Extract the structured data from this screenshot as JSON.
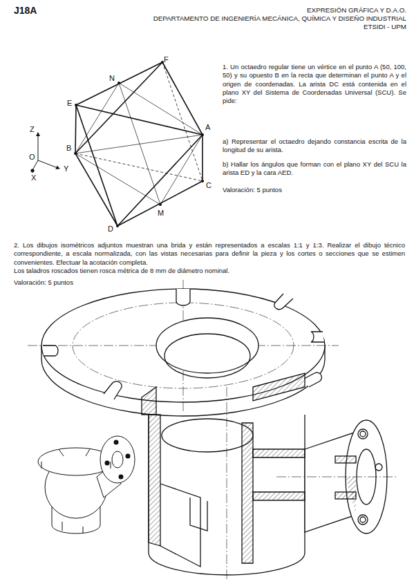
{
  "diagram": {
    "title": "J18A",
    "labels": [
      "EXPRESIÓN GRÁFICA Y D.A.O.",
      "DEPARTAMENTO DE INGENIERÍA MECÁNICA, QUÍMICA Y DISEÑO INDUSTRIAL",
      "ETSIDI - UPM",
      "1. Un octaedro regular tiene un vértice en el punto A (50, 100, 50) y su opuesto B en la recta que determinan el punto A y el origen de coordenadas. La arista DC está contenida en el plano XY del Sistema de Coordenadas Universal (SCU). Se pide:",
      "a) Representar el octaedro dejando constancia escrita de la longitud de su arista.",
      "b) Hallar los ángulos que forman con el plano XY del SCU la arista ED y la cara AED.",
      "Valoración: 5 puntos",
      "2. Los dibujos isométricos adjuntos muestran una brida y están representados a escalas 1:1 y 1:3. Realizar el dibujo técnico correspondiente, a escala normalizada, con las vistas necesarias para definir la pieza y los cortes o secciones que se estimen convenientes. Efectuar la acotación completa.",
      "Los taladros roscados tienen rosca métrica de 8 mm de diámetro nominal.",
      "Valoración: 5 puntos",
      "F",
      "N",
      "E",
      "A",
      "B",
      "C",
      "D",
      "M",
      "Z",
      "O",
      "Y",
      "X"
    ]
  }
}
